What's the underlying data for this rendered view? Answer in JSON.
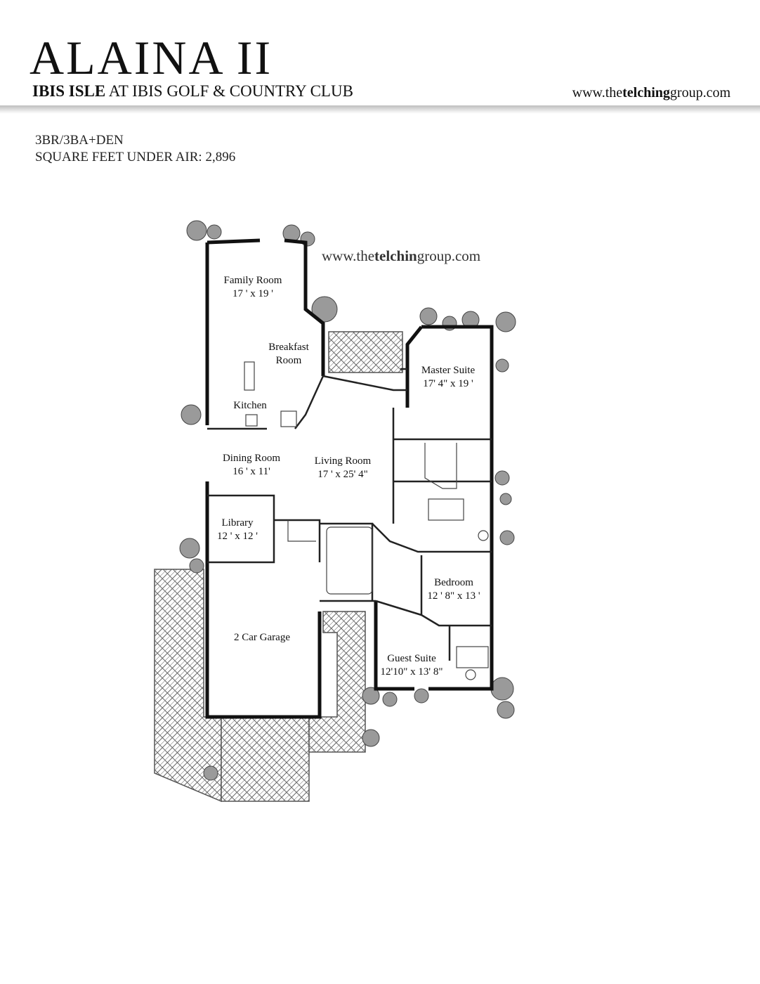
{
  "header": {
    "title": "ALAINA II",
    "subtitle_bold": "IBIS ISLE",
    "subtitle_rest": " AT IBIS GOLF & COUNTRY CLUB",
    "url_pre": "www.the",
    "url_bold": "telching",
    "url_post": "group.com"
  },
  "specs": {
    "bedrooms": "3BR/3BA+DEN",
    "square_feet": "SQUARE FEET UNDER AIR: 2,896"
  },
  "plan": {
    "url_pre": "www.the",
    "url_bold": "telchin",
    "url_post": "group.com",
    "rooms": {
      "family": {
        "name": "Family Room",
        "size": "17 ' x 19 '"
      },
      "breakfast": {
        "name_1": "Breakfast",
        "name_2": "Room"
      },
      "kitchen": {
        "name": "Kitchen"
      },
      "master": {
        "name": "Master Suite",
        "size": "17' 4\" x 19 '"
      },
      "dining": {
        "name": "Dining Room",
        "size": "16 ' x 11'"
      },
      "living": {
        "name": "Living Room",
        "size": "17 ' x 25' 4\""
      },
      "library": {
        "name": "Library",
        "size": "12 ' x 12 '"
      },
      "bedroom": {
        "name": "Bedroom",
        "size": "12 ' 8\" x 13 '"
      },
      "garage": {
        "name": "2 Car Garage"
      },
      "guest": {
        "name": "Guest Suite",
        "size": "12'10\" x 13' 8\""
      }
    }
  }
}
